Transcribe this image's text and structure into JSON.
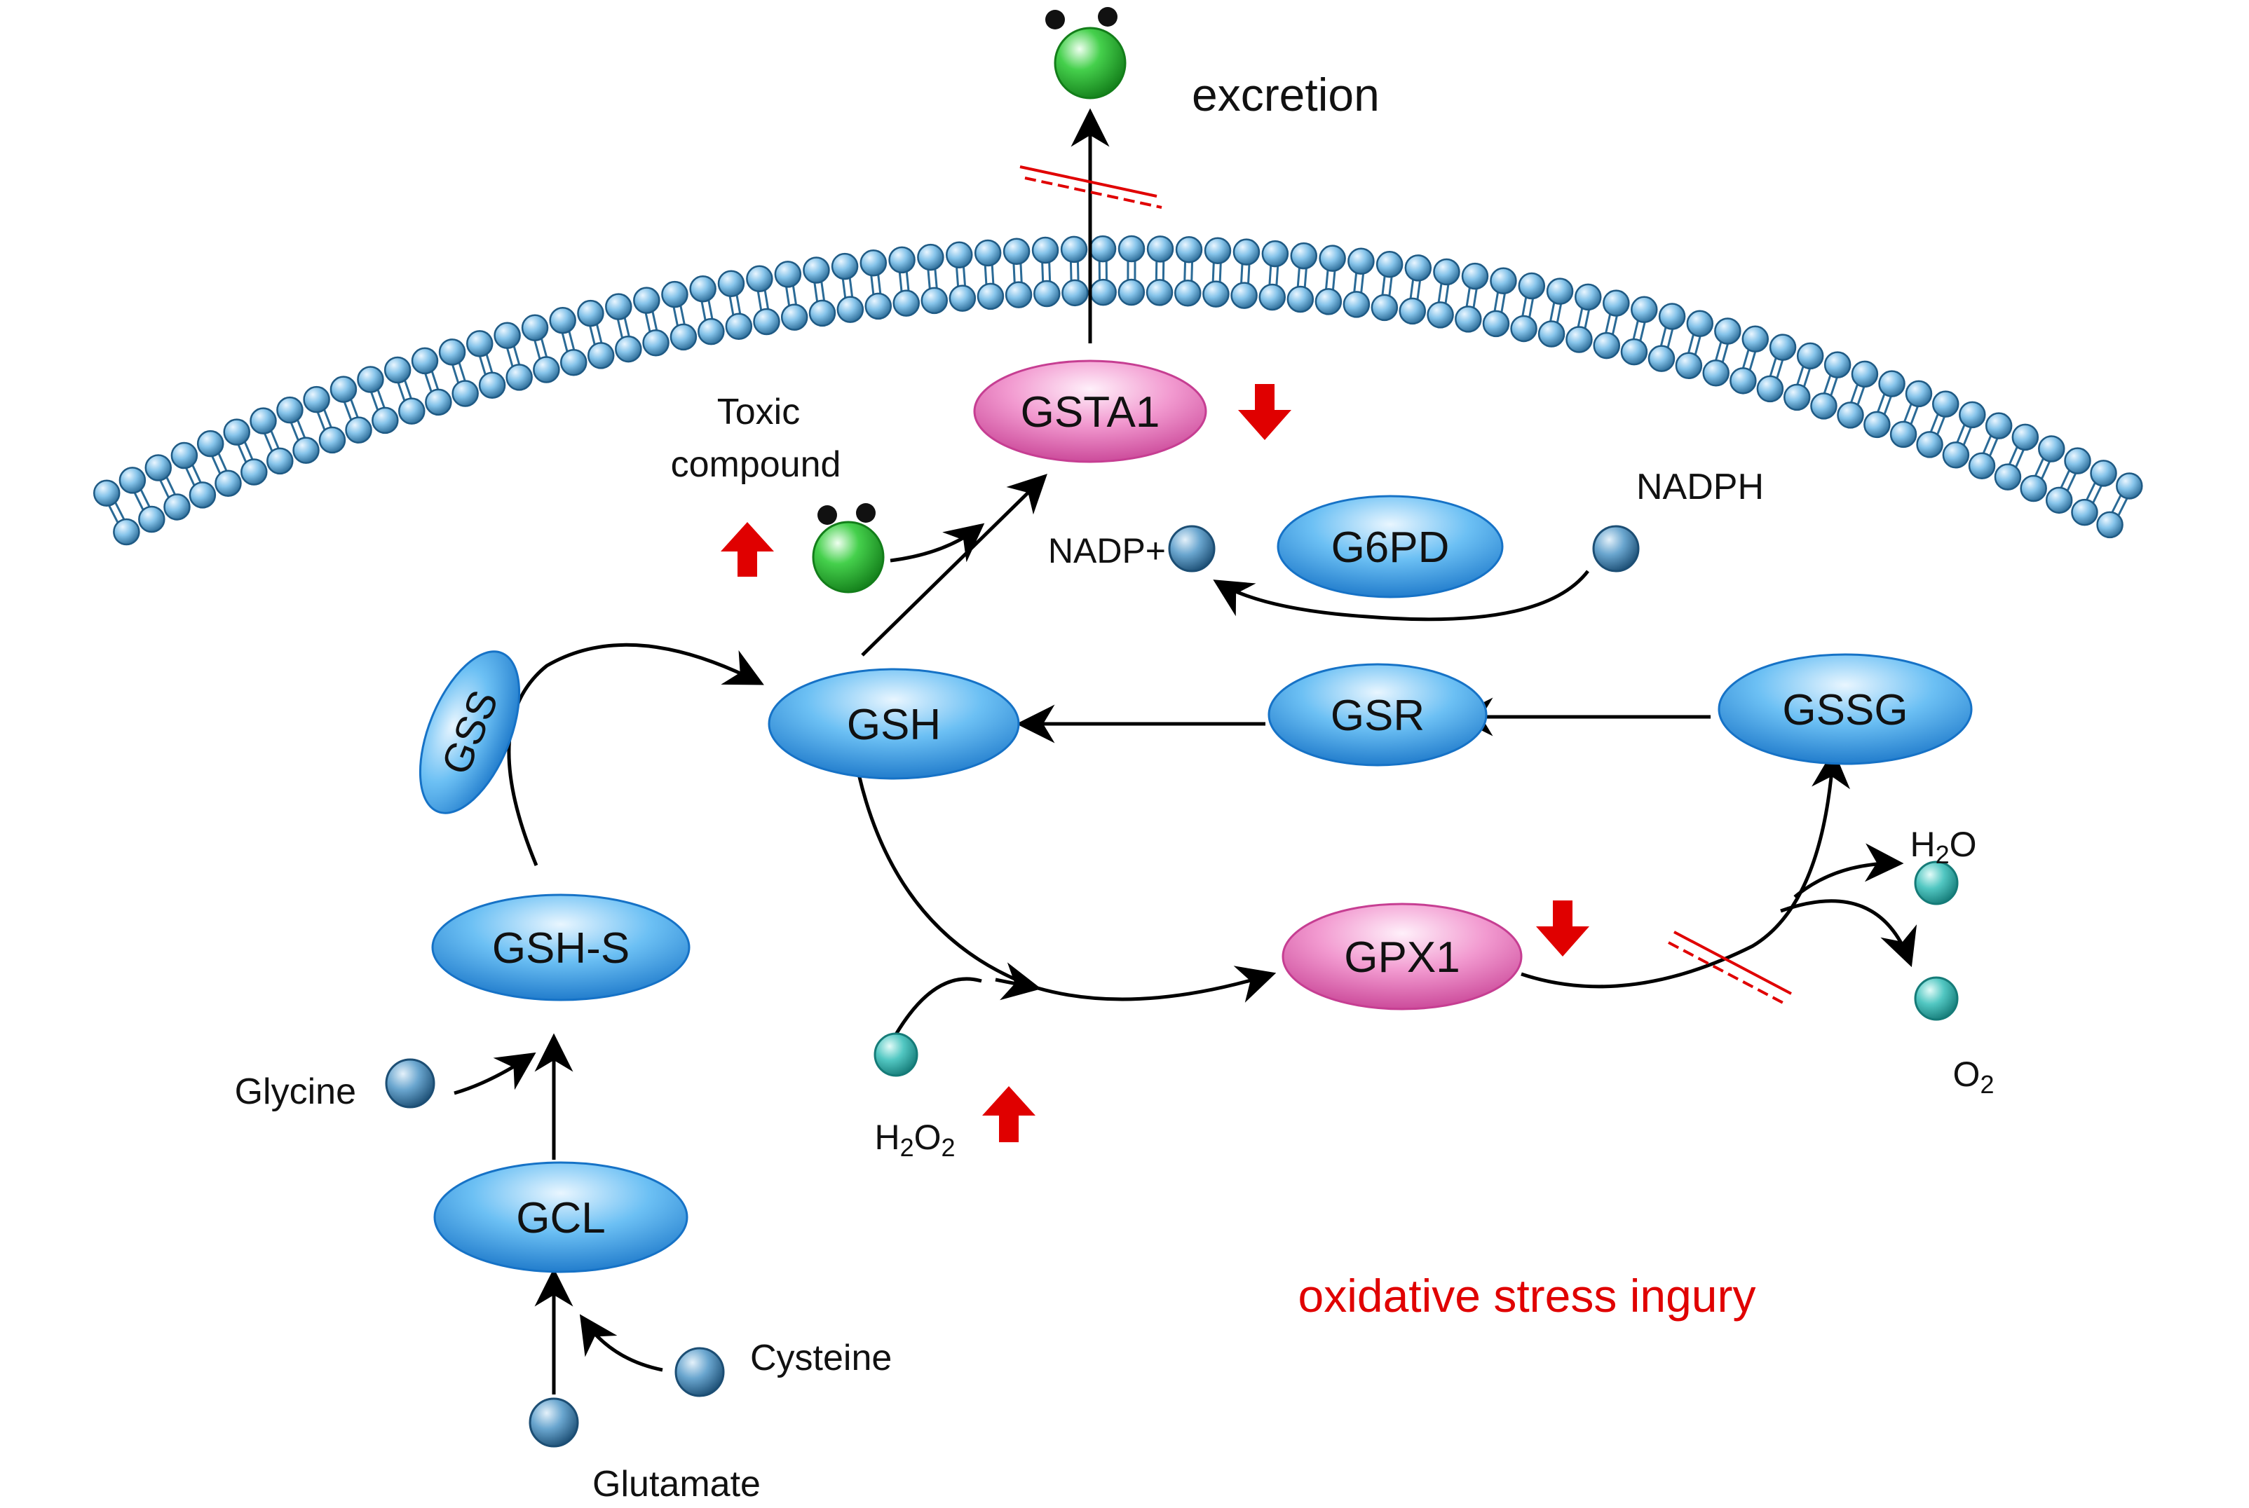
{
  "colors": {
    "enzyme_blue": "#3a9ee4",
    "enzyme_pink": "#e060ac",
    "molecule_blue": "#2f6c98",
    "molecule_teal": "#2fa9a6",
    "toxic_green": "#22b02a",
    "alert_red": "#e00000",
    "arrow": "#000000"
  },
  "enzymes": {
    "gsta1": "GSTA1",
    "g6pd": "G6PD",
    "gsh": "GSH",
    "gsr": "GSR",
    "gssg": "GSSG",
    "gss": "GSS",
    "gsh_s": "GSH-S",
    "gcl": "GCL",
    "gpx1": "GPX1"
  },
  "labels": {
    "excretion": "excretion",
    "toxic_line1": "Toxic",
    "toxic_line2": "compound",
    "nadp": "NADP+",
    "nadph": "NADPH",
    "glycine": "Glycine",
    "cysteine": "Cysteine",
    "glutamate": "Glutamate",
    "h2o_h": "H",
    "h2o_sub": "2",
    "h2o_o": "O",
    "o2_o": "O",
    "o2_sub": "2",
    "h2o2_h": "H",
    "h2o2_sub1": "2",
    "h2o2_o": "O",
    "h2o2_sub2": "2",
    "stress": "oxidative stress ingury"
  }
}
